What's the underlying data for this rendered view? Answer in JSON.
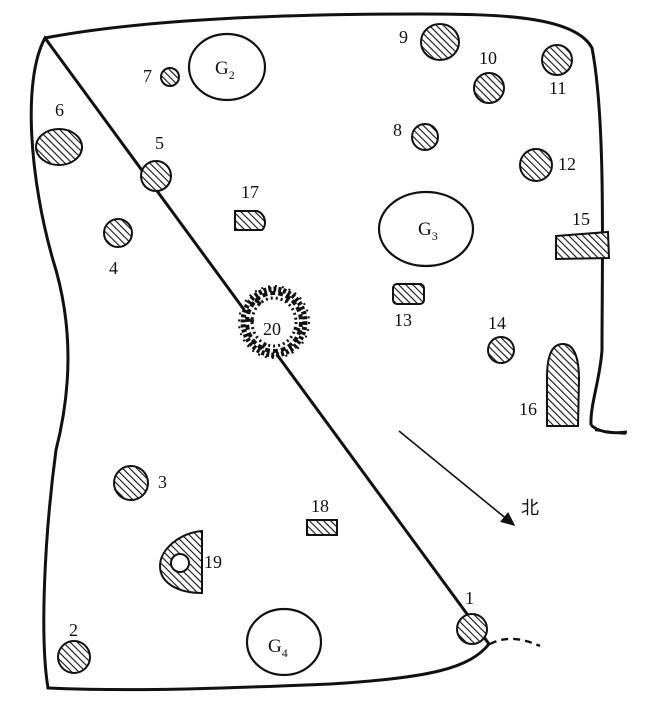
{
  "features": [
    {
      "label": "1"
    },
    {
      "label": "2"
    },
    {
      "label": "3"
    },
    {
      "label": "4"
    },
    {
      "label": "5"
    },
    {
      "label": "6"
    },
    {
      "label": "7"
    },
    {
      "label": "8"
    },
    {
      "label": "9"
    },
    {
      "label": "10"
    },
    {
      "label": "11"
    },
    {
      "label": "12"
    },
    {
      "label": "13"
    },
    {
      "label": "14"
    },
    {
      "label": "15"
    },
    {
      "label": "16"
    },
    {
      "label": "17"
    },
    {
      "label": "18"
    },
    {
      "label": "19"
    },
    {
      "label": "20"
    }
  ],
  "pits": [
    {
      "letter": "G",
      "sub": "2"
    },
    {
      "letter": "G",
      "sub": "3"
    },
    {
      "letter": "G",
      "sub": "4"
    }
  ],
  "north": {
    "label": "北"
  },
  "colors": {
    "ink": "#111111",
    "paper": "#ffffff"
  }
}
